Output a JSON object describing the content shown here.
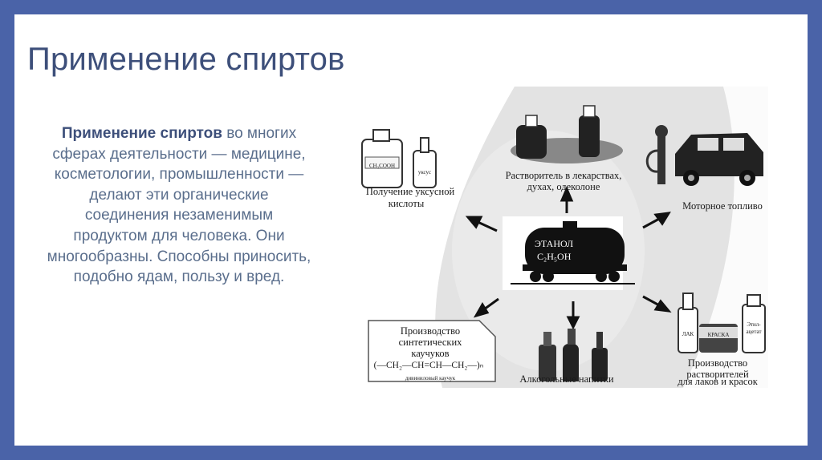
{
  "title": "Применение спиртов",
  "body": {
    "bold_text": "Применение спиртов",
    "rest_text": " во многих сферах деятельности — медицине, косметологии, промышленности — делают эти органические соединения незаменимым продуктом для человека. Они многообразны. Способны приносить, подобно ядам, пользу и вред."
  },
  "diagram": {
    "center_line1": "ЭТАНОЛ",
    "center_line2": "C₂H₅OH",
    "acetic_line1": "Получение уксусной",
    "acetic_line2": "кислоты",
    "acetic_bottle_label": "CH₃COOH",
    "vinegar_label": "уксус",
    "solvent_line1": "Растворитель в лекарствах,",
    "solvent_line2": "духах, одеколоне",
    "fuel_label": "Моторное топливо",
    "rubber_line1": "Производство",
    "rubber_line2": "синтетических",
    "rubber_line3": "каучуков",
    "rubber_formula": "(—CH₂—CH=CH—CH₂—)ₙ",
    "rubber_note": "дивиниловый каучук",
    "drinks_label": "Алкогольные напитки",
    "solvents_line1": "Производство",
    "solvents_line2": "растворителей",
    "solvents_line3": "для лаков и красок",
    "lak_label": "ЛАК",
    "kraska_label": "КРАСКА",
    "ethyl_line1": "Этил-",
    "ethyl_line2": "ацетат"
  },
  "colors": {
    "frame": "#4a63a8",
    "title": "#3d4f7a",
    "body": "#5a6e8c"
  }
}
